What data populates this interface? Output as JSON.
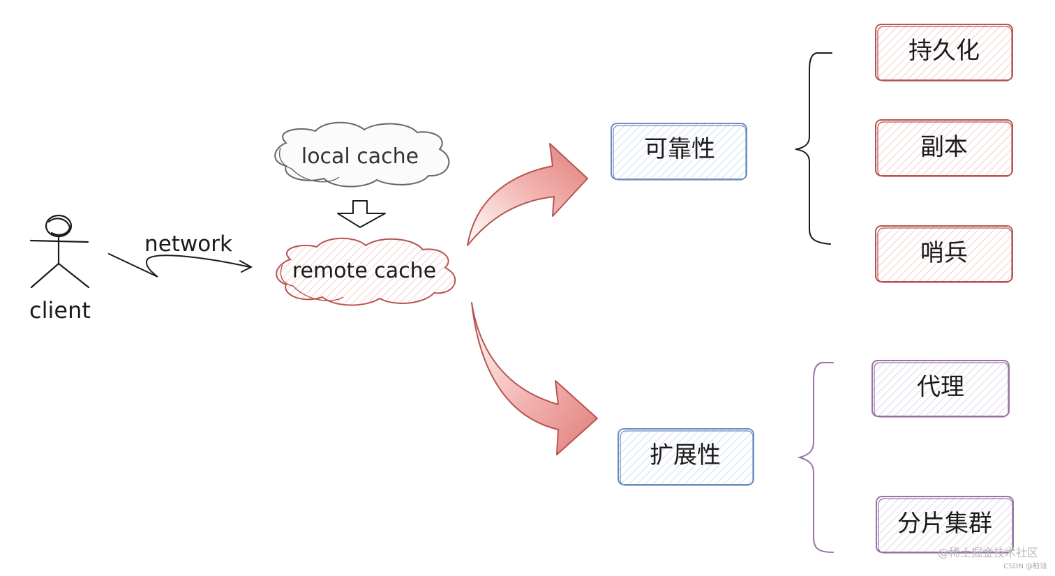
{
  "client": {
    "label": "client"
  },
  "network": {
    "label": "network"
  },
  "caches": {
    "local": "local cache",
    "remote": "remote cache"
  },
  "categories": {
    "reliability": "可靠性",
    "scalability": "扩展性"
  },
  "reliability_items": [
    "持久化",
    "副本",
    "哨兵"
  ],
  "scalability_items": [
    "代理",
    "分片集群"
  ],
  "watermark": {
    "main": "@稀土掘金技术社区",
    "small": "CSDN @柏油"
  },
  "colors": {
    "blue_stroke": "#6c8ebf",
    "blue_fill": "#dae8fc",
    "red_stroke": "#b85450",
    "red_fill": "#f8cecc",
    "purple_stroke": "#9673a6",
    "purple_fill": "#e1d5e7",
    "gray_stroke": "#666666",
    "arrow_fill": "#e88b88"
  }
}
